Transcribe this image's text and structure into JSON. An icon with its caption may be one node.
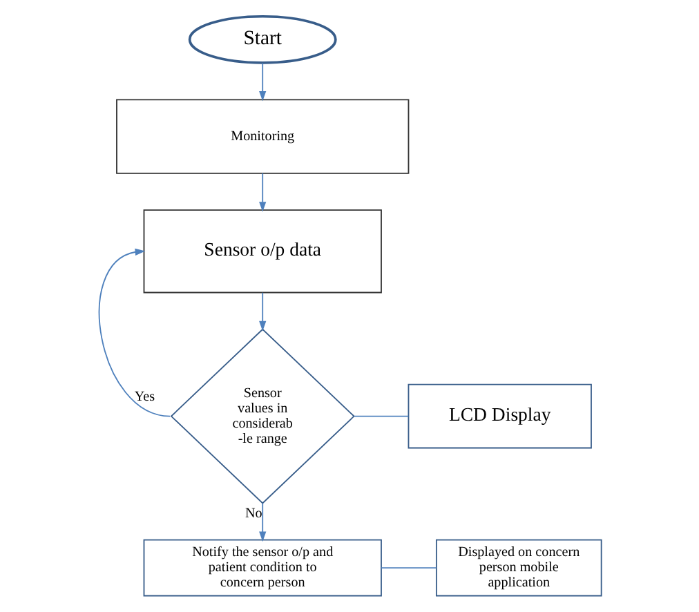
{
  "diagram": {
    "nodes": [
      {
        "text": [
          "Start"
        ]
      },
      {
        "text": [
          "Monitoring"
        ]
      },
      {
        "text": [
          "Sensor o/p data"
        ]
      },
      {
        "text": [
          "Sensor values in considerab -le range"
        ]
      },
      {
        "text": [
          "LCD Display"
        ]
      },
      {
        "text": [
          "Notify the sensor o/p and patient condition to concern person"
        ]
      },
      {
        "text": [
          "Displayed on concern person mobile application"
        ]
      }
    ],
    "edges": [
      {
        "from": 0,
        "to": 1,
        "arrow": "to"
      },
      {
        "from": 1,
        "to": 2,
        "arrow": "to"
      },
      {
        "from": 2,
        "to": 3,
        "arrow": "to"
      },
      {
        "from": 3,
        "to": 2,
        "arrow": "to",
        "label": "Yes"
      },
      {
        "from": 3,
        "to": 4,
        "arrow": "none"
      },
      {
        "from": 3,
        "to": 5,
        "arrow": "to",
        "label": "No"
      },
      {
        "from": 5,
        "to": 6,
        "arrow": "none"
      }
    ]
  }
}
